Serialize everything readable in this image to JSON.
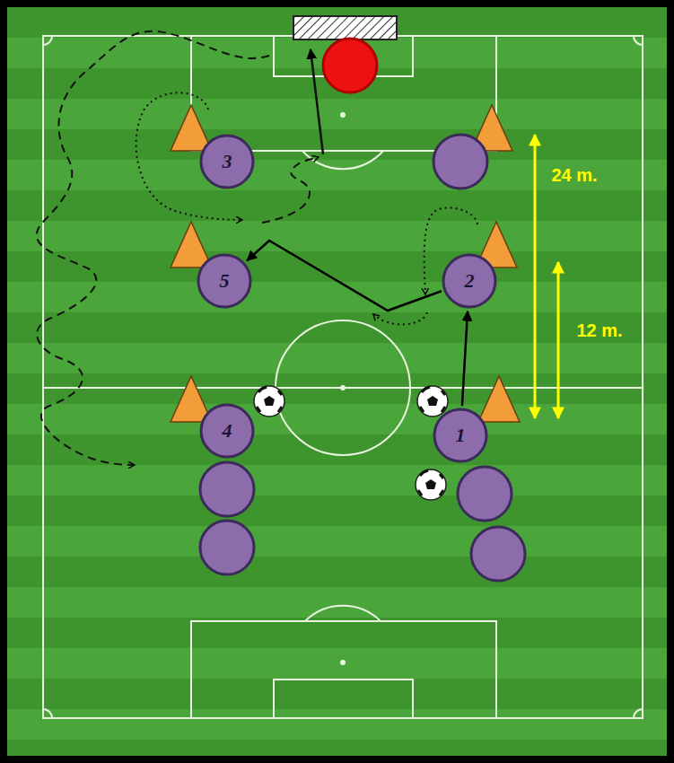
{
  "diagram": {
    "nodes": [
      {
        "text": [
          "3"
        ]
      },
      {
        "text": [
          "5"
        ]
      },
      {
        "text": [
          "2"
        ]
      },
      {
        "text": [
          "4"
        ]
      },
      {
        "text": [
          "1"
        ]
      }
    ],
    "edges": [
      {
        "from": 4,
        "to": 2,
        "arrow": "to"
      },
      {
        "from": 2,
        "to": 1,
        "arrow": "to"
      }
    ],
    "labels": [
      "24 m.",
      "12 m."
    ]
  }
}
